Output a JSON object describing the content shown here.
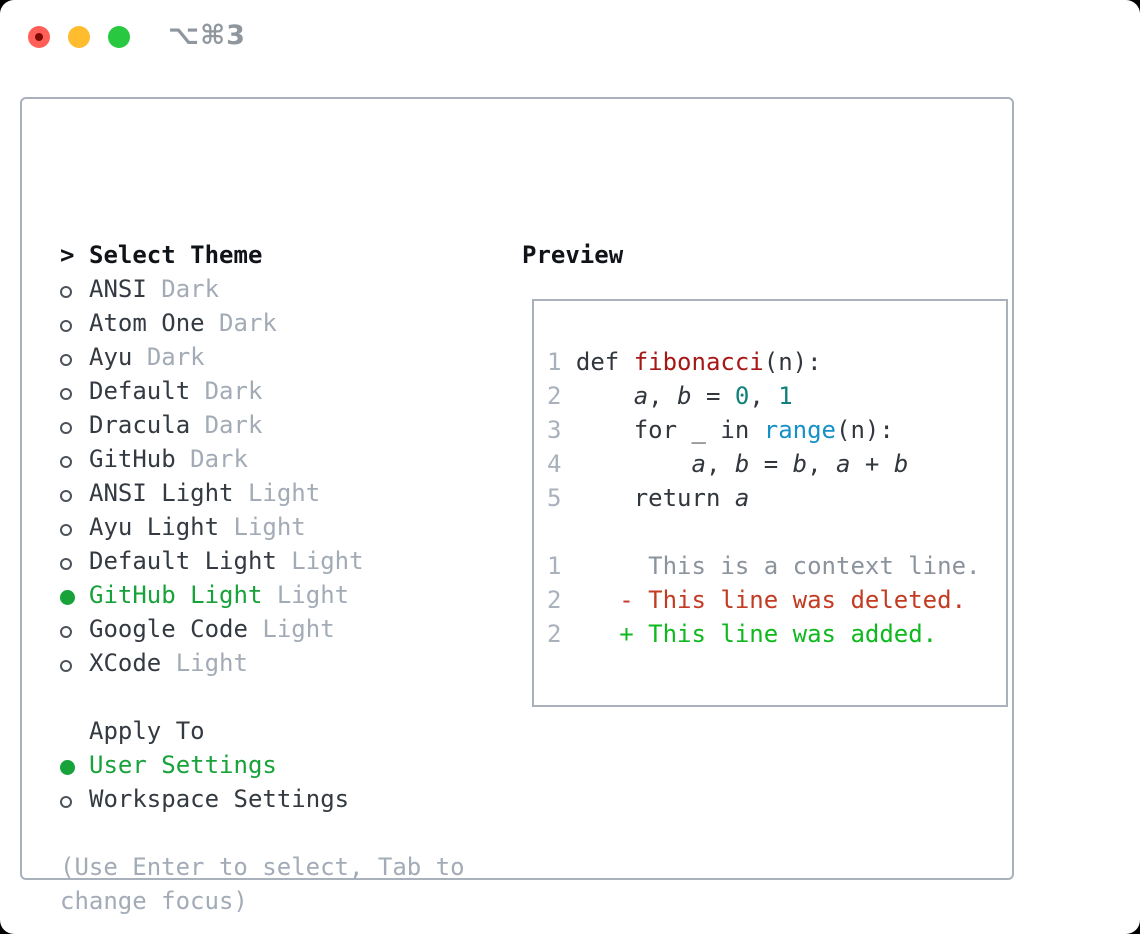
{
  "window": {
    "shortcut": "⌥⌘3",
    "traffic_lights": [
      "close",
      "minimize",
      "zoom"
    ]
  },
  "theme_panel": {
    "prompt": ">",
    "header": "Select Theme",
    "items": [
      {
        "name": "ANSI",
        "variant": "Dark",
        "selected": false
      },
      {
        "name": "Atom One",
        "variant": "Dark",
        "selected": false
      },
      {
        "name": "Ayu",
        "variant": "Dark",
        "selected": false
      },
      {
        "name": "Default",
        "variant": "Dark",
        "selected": false
      },
      {
        "name": "Dracula",
        "variant": "Dark",
        "selected": false
      },
      {
        "name": "GitHub",
        "variant": "Dark",
        "selected": false
      },
      {
        "name": "ANSI Light",
        "variant": "Light",
        "selected": false
      },
      {
        "name": "Ayu Light",
        "variant": "Light",
        "selected": false
      },
      {
        "name": "Default Light",
        "variant": "Light",
        "selected": false
      },
      {
        "name": "GitHub Light",
        "variant": "Light",
        "selected": true
      },
      {
        "name": "Google Code",
        "variant": "Light",
        "selected": false
      },
      {
        "name": "XCode",
        "variant": "Light",
        "selected": false
      }
    ]
  },
  "apply_panel": {
    "header": "Apply To",
    "options": [
      {
        "label": "User Settings",
        "selected": true
      },
      {
        "label": "Workspace Settings",
        "selected": false
      }
    ]
  },
  "hint": {
    "lines": [
      "(Use Enter to select, Tab to",
      "change focus)"
    ]
  },
  "preview": {
    "header": "Preview",
    "lines": [
      [
        [
          "lineno",
          "1 "
        ],
        [
          "plain",
          "def "
        ],
        [
          "func",
          "fibonacci"
        ],
        [
          "plain",
          "(n):"
        ]
      ],
      [
        [
          "lineno",
          "2 "
        ],
        [
          "plain",
          "    "
        ],
        [
          "variable",
          "a"
        ],
        [
          "plain",
          ", "
        ],
        [
          "variable",
          "b"
        ],
        [
          "plain",
          " = "
        ],
        [
          "number",
          "0"
        ],
        [
          "plain",
          ", "
        ],
        [
          "number",
          "1"
        ]
      ],
      [
        [
          "lineno",
          "3 "
        ],
        [
          "plain",
          "    for _ in "
        ],
        [
          "builtin",
          "range"
        ],
        [
          "plain",
          "(n):"
        ]
      ],
      [
        [
          "lineno",
          "4 "
        ],
        [
          "plain",
          "        "
        ],
        [
          "variable",
          "a"
        ],
        [
          "plain",
          ", "
        ],
        [
          "variable",
          "b"
        ],
        [
          "plain",
          " = "
        ],
        [
          "variable",
          "b"
        ],
        [
          "plain",
          ", "
        ],
        [
          "variable",
          "a"
        ],
        [
          "plain",
          " + "
        ],
        [
          "variable",
          "b"
        ]
      ],
      [
        [
          "lineno",
          "5 "
        ],
        [
          "plain",
          "    return "
        ],
        [
          "variable",
          "a"
        ]
      ],
      [],
      [
        [
          "lineno",
          "1"
        ],
        [
          "context",
          "      This is a context line."
        ]
      ],
      [
        [
          "lineno",
          "2"
        ],
        [
          "deleted",
          "    - This line was deleted."
        ]
      ],
      [
        [
          "lineno",
          "2"
        ],
        [
          "added",
          "    + This line was added."
        ]
      ]
    ]
  },
  "colors": {
    "accent_green": "#18a23a",
    "muted": "#a2abb6",
    "dark_text": "#343a41",
    "header_text": "#101418",
    "marker_outline": "#4d535b",
    "border": "#a8b1bc",
    "line_number": "#a8b1bc",
    "code_plain": "#32373e",
    "code_func_red": "#a61717",
    "code_number_teal": "#10807a",
    "code_builtin_blue": "#1691c8",
    "diff_context": "#8b939c",
    "diff_deleted": "#c23b22",
    "diff_added": "#10b81f",
    "traffic_red": "#ff5f57",
    "traffic_red_dot": "#7e0b02",
    "traffic_yellow": "#febc2e",
    "traffic_green": "#28c840",
    "title_gray": "#8f969e"
  }
}
